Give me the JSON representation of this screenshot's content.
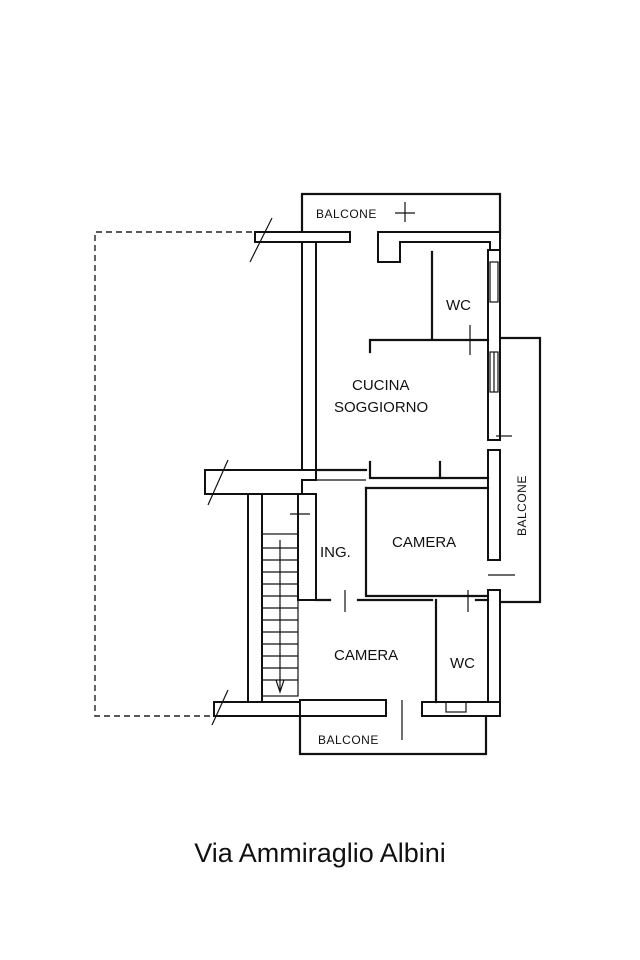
{
  "rooms": {
    "balcone_top": "BALCONE",
    "wc_upper": "WC",
    "cucina_line1": "CUCINA",
    "cucina_line2": "SOGGIORNO",
    "balcone_right": "BALCONE",
    "ingresso": "ING.",
    "camera_right": "CAMERA",
    "camera_left": "CAMERA",
    "wc_lower": "WC",
    "balcone_bottom": "BALCONE"
  },
  "street_name": "Via Ammiraglio Albini"
}
